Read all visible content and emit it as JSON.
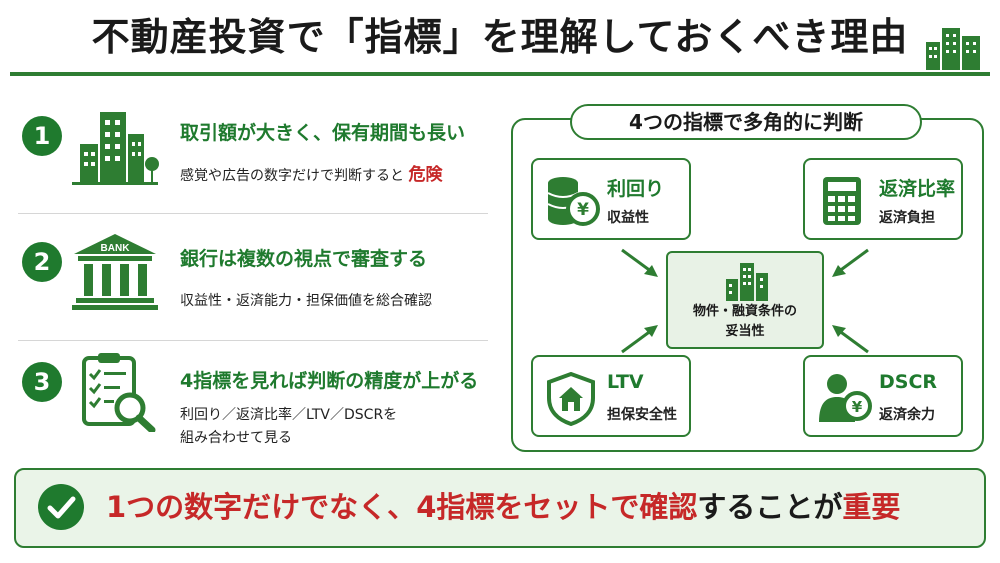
{
  "title": "不動産投資で「指標」を理解しておくべき理由",
  "icons": {
    "title": "green-buildings-icon",
    "item1": "building-tree-icon",
    "item2": "bank-icon",
    "item3": "checklist-magnifier-icon",
    "yield": "coin-stack-yen-icon",
    "repayment": "calculator-icon",
    "ltv": "shield-house-icon",
    "dscr": "person-yen-icon",
    "center": "building-icon",
    "bottom": "check-circle-icon"
  },
  "colors": {
    "accent": "#1f7a2e",
    "danger": "#c62828",
    "light_green": "#e8f2e6"
  },
  "reasons": [
    {
      "number": "1",
      "title": "取引額が大きく、保有期間も長い",
      "desc": "感覚や広告の数字だけで判断すると",
      "danger": "危険"
    },
    {
      "number": "2",
      "title": "銀行は複数の視点で審査する",
      "desc": "収益性・返済能力・担保価値を総合確認",
      "bank_label": "BANK"
    },
    {
      "number": "3",
      "title": "4指標を見れば判断の精度が上がる",
      "desc_line1": "利回り／返済比率／LTV／DSCRを",
      "desc_line2": "組み合わせて見る"
    }
  ],
  "panel": {
    "heading": "4つの指標で多角的に判断",
    "yield": {
      "title": "利回り",
      "sub": "収益性"
    },
    "repayment": {
      "title": "返済比率",
      "sub": "返済負担"
    },
    "ltv": {
      "title": "LTV",
      "sub": "担保安全性"
    },
    "dscr": {
      "title": "DSCR",
      "sub": "返済余力"
    },
    "center_line1": "物件・融資条件の",
    "center_line2": "妥当性"
  },
  "bottom": {
    "part1": "1つの数字だけでなく、",
    "part2": "4指標をセットで確認",
    "part3": "することが",
    "part4": "重要"
  }
}
